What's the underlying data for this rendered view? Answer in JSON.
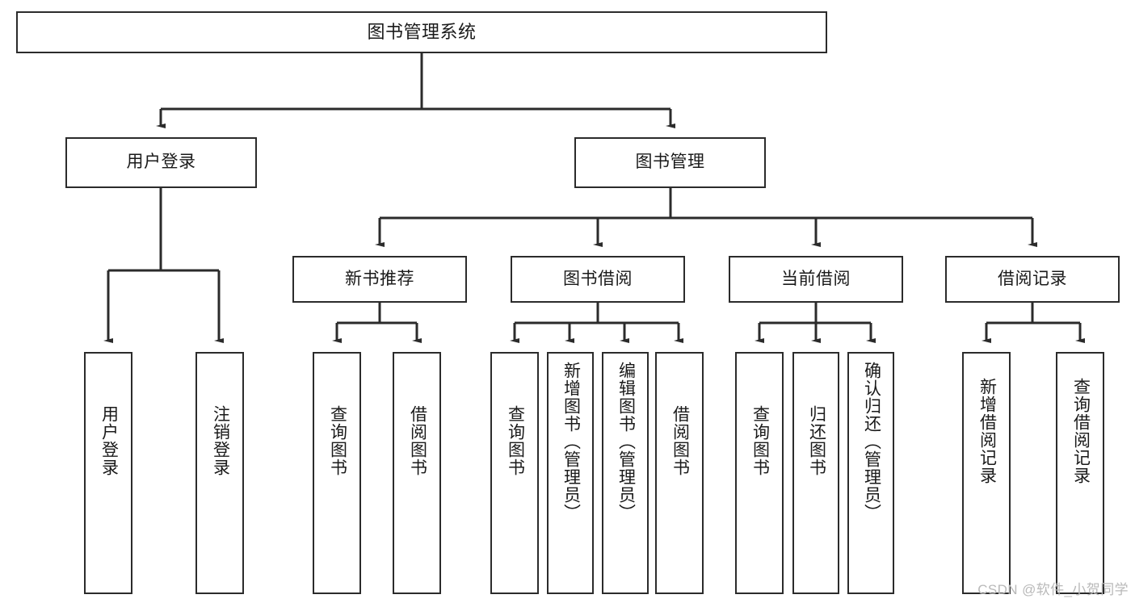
{
  "diagram": {
    "title": "图书管理系统",
    "type": "tree-hierarchy",
    "stroke_color": "#2b2b2b",
    "background_color": "#ffffff",
    "text_color": "#1a1a1a",
    "root": {
      "label": "图书管理系统"
    },
    "level2": [
      {
        "label": "用户登录"
      },
      {
        "label": "图书管理"
      }
    ],
    "level3": [
      {
        "label": "新书推荐"
      },
      {
        "label": "图书借阅"
      },
      {
        "label": "当前借阅"
      },
      {
        "label": "借阅记录"
      }
    ],
    "leaves": {
      "user_login": [
        {
          "label": "用户登录"
        },
        {
          "label": "注销登录"
        }
      ],
      "new_book_recommend": [
        {
          "label": "查询图书"
        },
        {
          "label": "借阅图书"
        }
      ],
      "book_borrow": [
        {
          "label": "查询图书"
        },
        {
          "label": "新增图书（管理员）"
        },
        {
          "label": "编辑图书（管理员）"
        },
        {
          "label": "借阅图书"
        }
      ],
      "current_borrow": [
        {
          "label": "查询图书"
        },
        {
          "label": "归还图书"
        },
        {
          "label": "确认归还（管理员）"
        }
      ],
      "borrow_record": [
        {
          "label": "新增借阅记录"
        },
        {
          "label": "查询借阅记录"
        }
      ]
    }
  },
  "watermark": {
    "text": "CSDN @软件_小贺同学"
  }
}
